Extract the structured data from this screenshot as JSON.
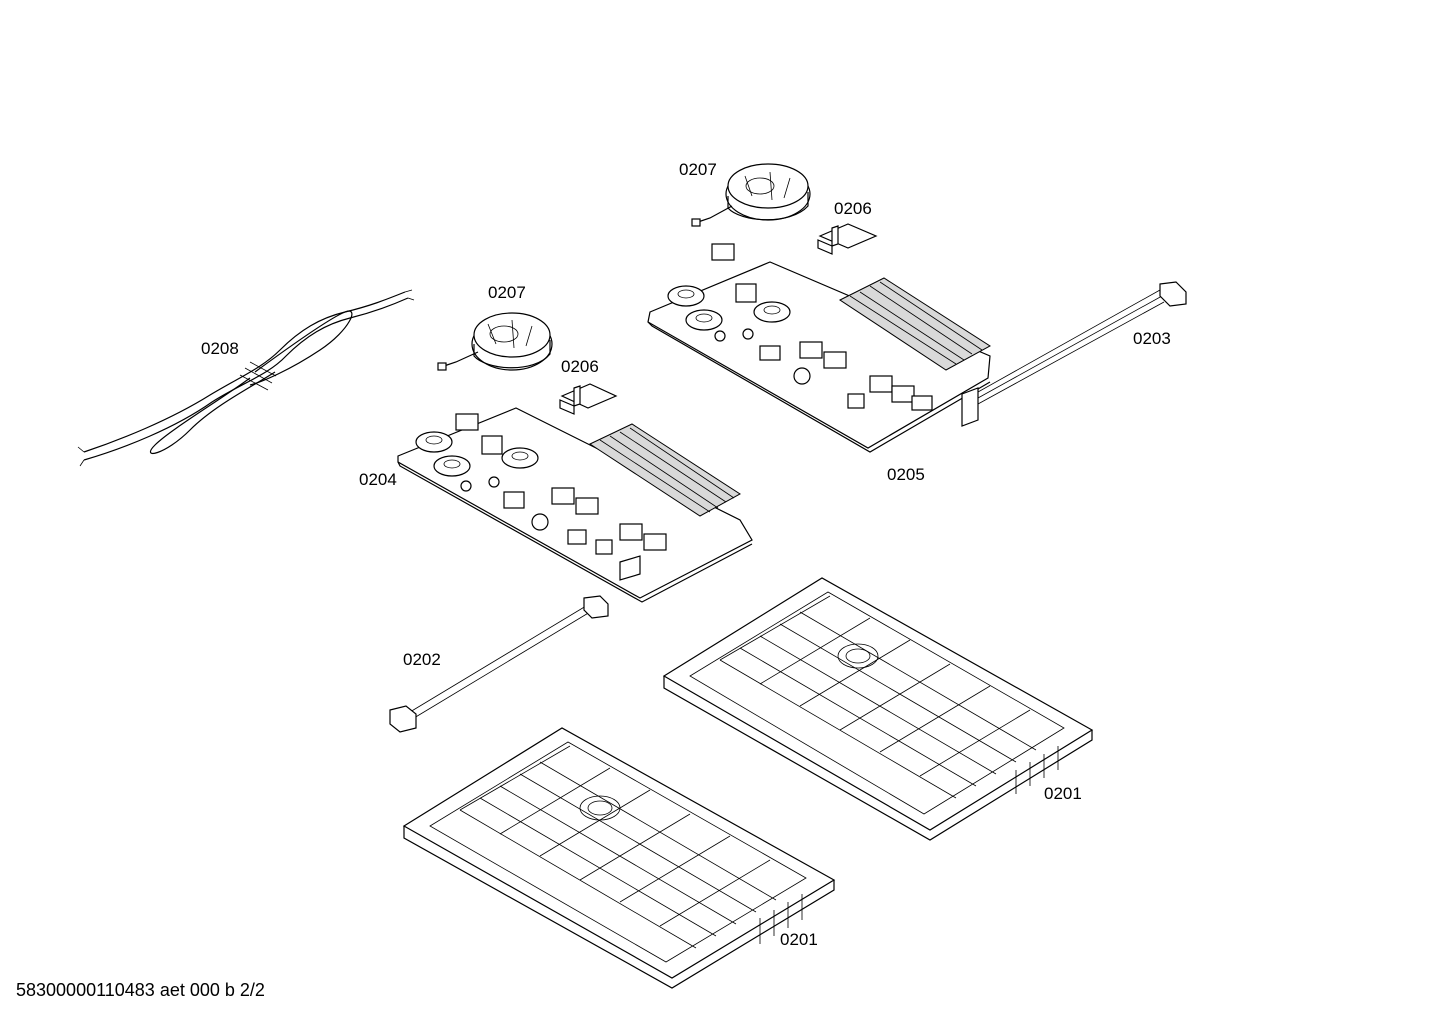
{
  "labels": {
    "cable_0208": "0208",
    "fan_0207_a": "0207",
    "fan_0207_b": "0207",
    "bracket_0206_a": "0206",
    "bracket_0206_b": "0206",
    "cable_0203": "0203",
    "board_0204": "0204",
    "board_0205": "0205",
    "cable_0202": "0202",
    "housing_0201_a": "0201",
    "housing_0201_b": "0201"
  },
  "footer": "58300000110483 aet 000 b 2/2"
}
